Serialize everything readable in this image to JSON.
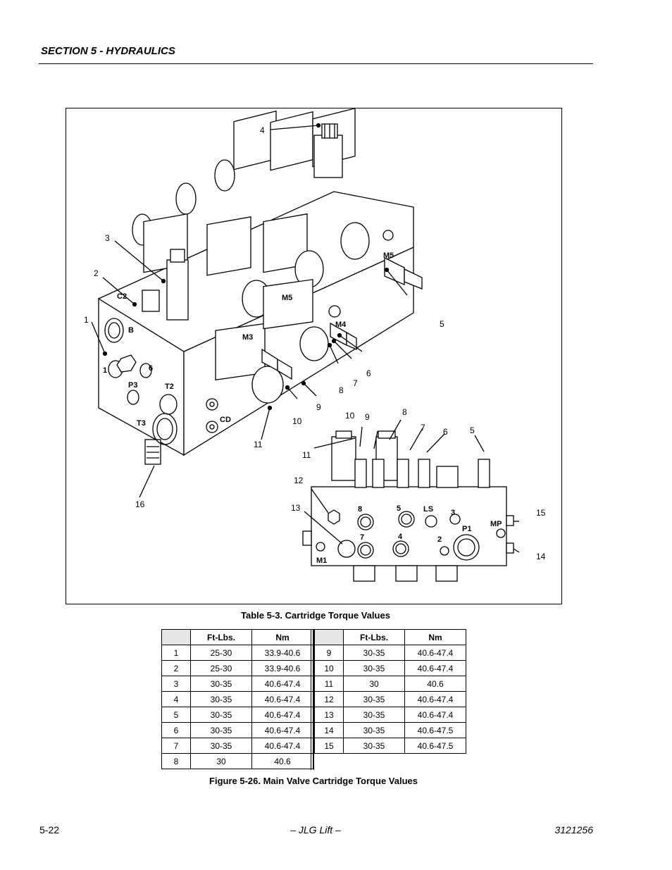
{
  "header": {
    "section": "SECTION 5 - HYDRAULICS"
  },
  "figure": {
    "callouts_main": [
      "1",
      "2",
      "3",
      "4",
      "5",
      "6",
      "7",
      "8",
      "9",
      "10",
      "11",
      "16"
    ],
    "callouts_side": [
      "5",
      "6",
      "7",
      "8",
      "9",
      "10",
      "11",
      "12",
      "13",
      "14",
      "15"
    ],
    "port_marks_main": [
      "B",
      "1",
      "6",
      "P3",
      "T2",
      "T3",
      "CD",
      "M5",
      "M5",
      "M4",
      "M3",
      "C2"
    ],
    "port_marks_side": [
      "8",
      "5",
      "LS",
      "3",
      "MP",
      "P1",
      "7",
      "4",
      "2",
      "M1"
    ]
  },
  "table": {
    "title": "Table 5-3. Cartridge Torque Values",
    "headers": [
      "",
      "Ft-Lbs.",
      "Nm"
    ],
    "left_rows": [
      [
        "1",
        "25-30",
        "33.9-40.6"
      ],
      [
        "2",
        "25-30",
        "33.9-40.6"
      ],
      [
        "3",
        "30-35",
        "40.6-47.4"
      ],
      [
        "4",
        "30-35",
        "40.6-47.4"
      ],
      [
        "5",
        "30-35",
        "40.6-47.4"
      ],
      [
        "6",
        "30-35",
        "40.6-47.4"
      ],
      [
        "7",
        "30-35",
        "40.6-47.4"
      ],
      [
        "8",
        "30",
        "40.6"
      ]
    ],
    "right_rows": [
      [
        "9",
        "30-35",
        "40.6-47.4"
      ],
      [
        "10",
        "30-35",
        "40.6-47.4"
      ],
      [
        "11",
        "30",
        "40.6"
      ],
      [
        "12",
        "30-35",
        "40.6-47.4"
      ],
      [
        "13",
        "30-35",
        "40.6-47.4"
      ],
      [
        "14",
        "30-35",
        "40.6-47.5"
      ],
      [
        "15",
        "30-35",
        "40.6-47.5"
      ]
    ]
  },
  "figure_caption": "Figure 5-26.  Main Valve Cartridge Torque Values",
  "footer": {
    "page": "5-22",
    "center": "– JLG Lift –",
    "doc_number": "3121256"
  }
}
